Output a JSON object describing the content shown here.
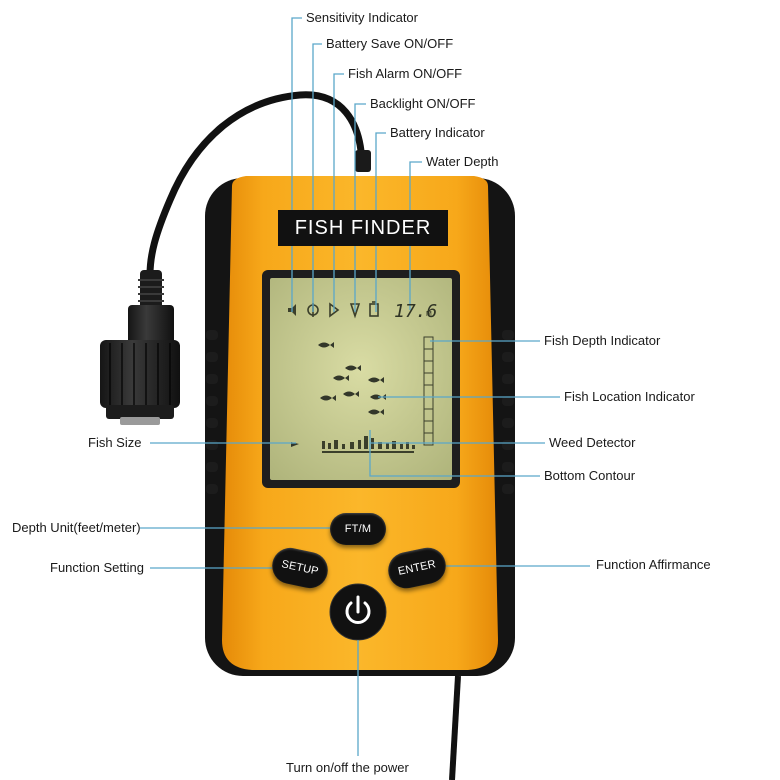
{
  "device": {
    "title": "FISH FINDER",
    "depth_readout": "17.6",
    "depth_unit": "M",
    "buttons": {
      "ft_m": "FT/M",
      "setup": "SETUP",
      "enter": "ENTER"
    }
  },
  "callouts": {
    "sensitivity_indicator": "Sensitivity Indicator",
    "battery_save": "Battery Save ON/OFF",
    "fish_alarm": "Fish Alarm ON/OFF",
    "backlight": "Backlight ON/OFF",
    "battery_indicator": "Battery Indicator",
    "water_depth": "Water Depth",
    "fish_depth_indicator": "Fish Depth Indicator",
    "fish_location_indicator": "Fish Location Indicator",
    "weed_detector": "Weed Detector",
    "bottom_contour": "Bottom Contour",
    "fish_size": "Fish Size",
    "depth_unit": "Depth Unit(feet/meter)",
    "function_setting": "Function Setting",
    "function_affirmance": "Function Affirmance",
    "power": "Turn on/off the power"
  },
  "colors": {
    "body_orange": "#f5a316",
    "body_black": "#141414",
    "screen_bg": "#c9cf95",
    "callout_line": "#5aa7c9"
  }
}
